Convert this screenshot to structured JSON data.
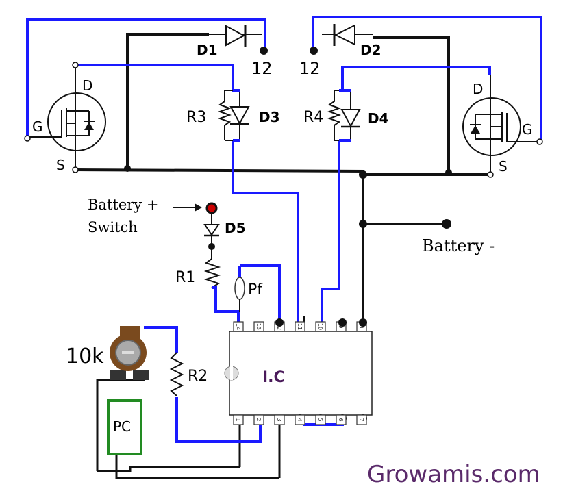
{
  "labels": {
    "d1": "D1",
    "d2": "D2",
    "d3": "D3",
    "d4": "D4",
    "d5": "D5",
    "r1": "R1",
    "r2": "R2",
    "r3": "R3",
    "r4": "R4",
    "pf": "Pf",
    "pot": "10k",
    "pc": "PC",
    "ic": "I.C",
    "battery_plus_line1": "Battery +",
    "battery_plus_line2": "Switch",
    "battery_minus": "Battery -",
    "tap_left": "12",
    "tap_right": "12",
    "mosfet_left_d": "D",
    "mosfet_left_g": "G",
    "mosfet_left_s": "S",
    "mosfet_right_d": "D",
    "mosfet_right_g": "G",
    "mosfet_right_s": "S",
    "watermark": "Growamis.com"
  },
  "ic_pins_top": [
    "14",
    "13",
    "12",
    "11",
    "10",
    "9",
    "8"
  ],
  "ic_pins_bottom": [
    "1",
    "2",
    "3",
    "4",
    "5",
    "6",
    "7"
  ],
  "colors": {
    "wire_blue": "#1a1aff",
    "wire_black": "#111111",
    "wire_red": "#cc0000",
    "pc_green": "#228b22",
    "pot_brown": "#7a4a1e",
    "watermark_purple": "#5a2a6a",
    "ic_label_purple": "#4a1a5a"
  }
}
